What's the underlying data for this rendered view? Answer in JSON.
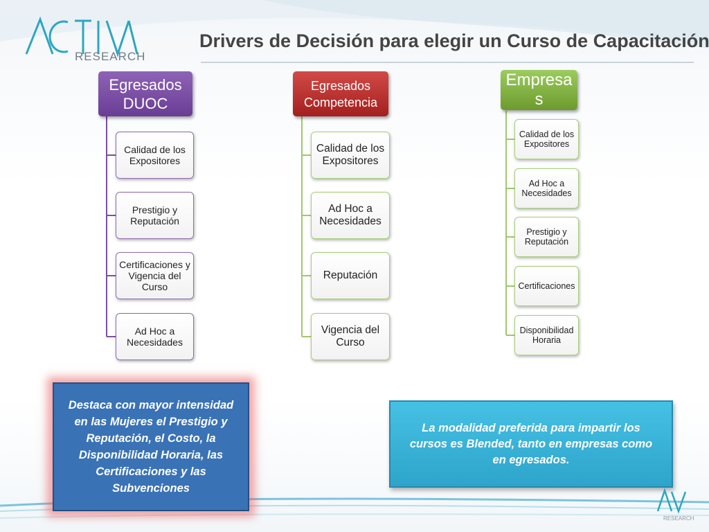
{
  "logo": {
    "word": "ACTIVA",
    "sub": "RESEARCH"
  },
  "title": "Drivers de Decisión para elegir un Curso de Capacitación",
  "columns": [
    {
      "header": "Egresados DUOC",
      "color": "#7a4ea5",
      "items": [
        "Calidad de los Expositores",
        "Prestigio y Reputación",
        "Certificaciones y Vigencia del Curso",
        "Ad Hoc a Necesidades"
      ]
    },
    {
      "header": "Egresados Competencia",
      "color": "#b8312f",
      "items": [
        "Calidad de los Expositores",
        "Ad Hoc a Necesidades",
        "Reputación",
        "Vigencia del Curso"
      ]
    },
    {
      "header": "Empresas",
      "color": "#86b449",
      "items": [
        "Calidad de los Expositores",
        "Ad Hoc a Necesidades",
        "Prestigio y Reputación",
        "Certificaciones",
        "Disponibilidad Horaria"
      ]
    }
  ],
  "callouts": {
    "left": "Destaca con mayor intensidad en las Mujeres el Prestigio y Reputación, el Costo, la Disponibilidad Horaria, las Certificaciones y las Subvenciones",
    "right": "La modalidad preferida para impartir los cursos es Blended, tanto en empresas como en egresados."
  },
  "footer": {
    "text": "RESEARCH"
  }
}
